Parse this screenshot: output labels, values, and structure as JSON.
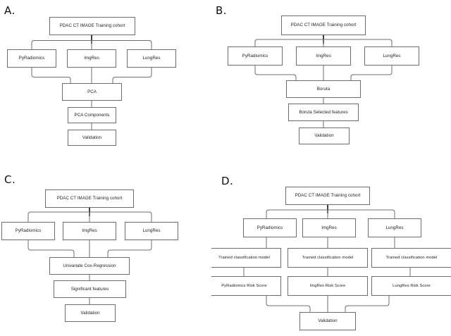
{
  "figure": {
    "background_color": "#ffffff",
    "box_border_color": "#6d6d6d",
    "text_color": "#1c1c1c",
    "panel_label_color": "#111111"
  },
  "panels": [
    {
      "id": "a",
      "label": "A.",
      "nodes": {
        "cohort": "PDAC CT IMAGE Training cohort",
        "feature_pyradiomics": "PyRadiomics",
        "feature_imgres": "ImgRes",
        "feature_lungres": "LungRes",
        "method": "PCA",
        "output": "PCA Components",
        "validation": "Validation"
      }
    },
    {
      "id": "b",
      "label": "B.",
      "nodes": {
        "cohort": "PDAC CT IMAGE Training cohort",
        "feature_pyradiomics": "PyRadiomics",
        "feature_imgres": "ImgRes",
        "feature_lungres": "LungRes",
        "method": "Boruta",
        "output": "Boruta Selected features",
        "validation": "Validation"
      }
    },
    {
      "id": "c",
      "label": "C.",
      "nodes": {
        "cohort": "PDAC CT IMAGE Training cohort",
        "feature_pyradiomics": "PyRadiomics",
        "feature_imgres": "ImgRes",
        "feature_lungres": "LungRes",
        "method": "Univariate Cox-Regression",
        "output": "Significant features",
        "validation": "Validation"
      }
    },
    {
      "id": "d",
      "label": "D.",
      "nodes": {
        "cohort": "PDAC CT IMAGE Training cohort",
        "feature_pyradiomics": "PyRadiomics",
        "feature_imgres": "ImgRes",
        "feature_lungres": "LungRes",
        "model_pyradiomics": "Trained classification model",
        "model_imgres": "Trained classification model",
        "model_lungres": "Trained classification model",
        "score_pyradiomics": "PyRadiomics Risk Score",
        "score_imgres": "ImgRes Risk Score",
        "score_lungres": "LungRes Risk Score",
        "validation": "Validation"
      }
    }
  ]
}
